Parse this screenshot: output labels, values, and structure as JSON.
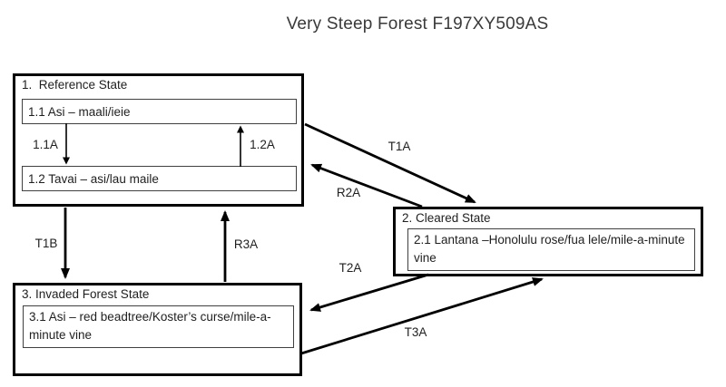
{
  "title": "Very Steep Forest F197XY509AS",
  "states": {
    "reference": {
      "title": "1.  Reference State",
      "communities": {
        "c11": "1.1 Asi – maali/ieie",
        "c12": "1.2 Tavai – asi/lau maile"
      }
    },
    "cleared": {
      "title": "2. Cleared State",
      "communities": {
        "c21": "2.1 Lantana –Honolulu rose/fua lele/mile-a-minute vine"
      }
    },
    "invaded": {
      "title": "3. Invaded Forest State",
      "communities": {
        "c31": "3.1 Asi – red beadtree/Koster’s curse/mile-a-minute vine"
      }
    }
  },
  "transitions": {
    "a11A": {
      "label": "1.1A",
      "from": "1.1",
      "to": "1.2"
    },
    "a12A": {
      "label": "1.2A",
      "from": "1.2",
      "to": "1.1"
    },
    "T1A": {
      "label": "T1A",
      "from": "1. Reference State",
      "to": "2. Cleared State"
    },
    "R2A": {
      "label": "R2A",
      "from": "2. Cleared State",
      "to": "1. Reference State"
    },
    "T1B": {
      "label": "T1B",
      "from": "1. Reference State",
      "to": "3. Invaded Forest State"
    },
    "R3A": {
      "label": "R3A",
      "from": "3. Invaded Forest State",
      "to": "1. Reference State"
    },
    "T2A": {
      "label": "T2A",
      "from": "2. Cleared State",
      "to": "3. Invaded Forest State"
    },
    "T3A": {
      "label": "T3A",
      "from": "3. Invaded Forest State",
      "to": "2. Cleared State"
    }
  },
  "colors": {
    "line": "#000000",
    "text": "#1f1f1f",
    "title_text": "#3a3a3a",
    "background": "#ffffff"
  }
}
